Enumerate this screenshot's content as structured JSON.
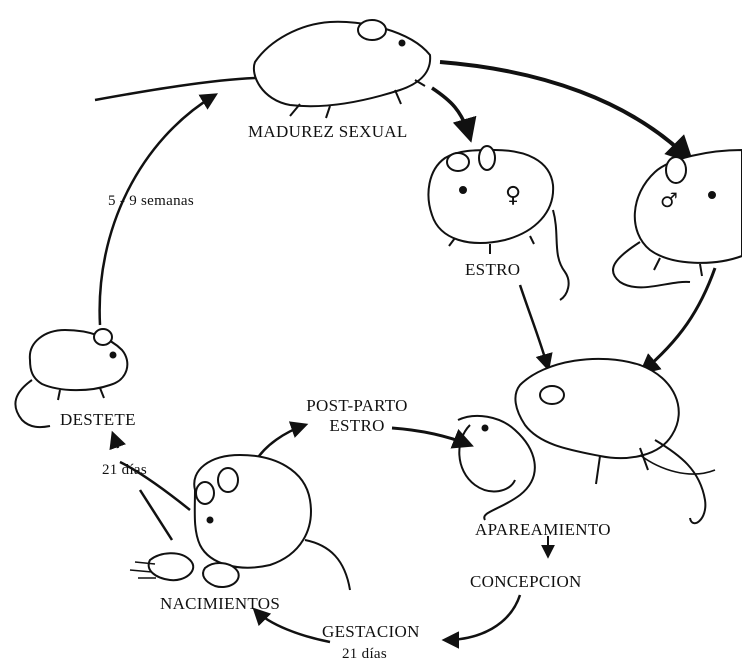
{
  "labels": {
    "madurez_sexual": "MADUREZ SEXUAL",
    "semanas": "5 - 9 semanas",
    "estro": "ESTRO",
    "female_symbol": "♀",
    "male_symbol": "♂",
    "destete": "DESTETE",
    "dias_destete": "21 días",
    "post_parto_line1": "POST-PARTO",
    "post_parto_line2": "ESTRO",
    "apareamiento": "APAREAMIENTO",
    "concepcion": "CONCEPCION",
    "nacimientos": "NACIMIENTOS",
    "gestacion": "GESTACION",
    "dias_gestacion": "21 días"
  }
}
